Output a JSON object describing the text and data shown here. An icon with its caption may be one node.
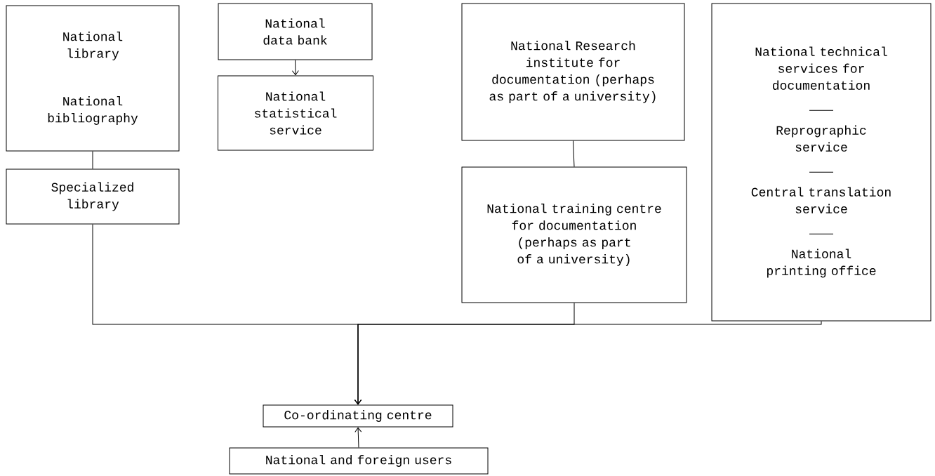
{
  "diagram": {
    "nodes": [
      {
        "text": [
          "National library",
          "National bibliography"
        ]
      },
      {
        "text": [
          "Specialized library"
        ]
      },
      {
        "text": [
          "National data bank"
        ]
      },
      {
        "text": [
          "National statistical service"
        ]
      },
      {
        "text": [
          "National Research institute for documentation (perhaps as part of a university)"
        ]
      },
      {
        "text": [
          "National training centre for documentation (perhaps as part of a university)"
        ]
      },
      {
        "text": [
          "National technical services for documentation",
          "Reprographic service",
          "Central translation service",
          "National printing office"
        ]
      },
      {
        "text": [
          "Co-ordinating centre"
        ]
      },
      {
        "text": [
          "National and foreign users"
        ]
      }
    ],
    "edges": [
      {
        "from": 0,
        "to": 1,
        "arrow": "none"
      },
      {
        "from": 2,
        "to": 3,
        "arrow": "to"
      },
      {
        "from": 4,
        "to": 5,
        "arrow": "none"
      },
      {
        "from": 1,
        "to": 7,
        "arrow": "to"
      },
      {
        "from": 5,
        "to": 7,
        "arrow": "to"
      },
      {
        "from": 6,
        "to": 7,
        "arrow": "to"
      },
      {
        "from": 8,
        "to": 7,
        "arrow": "to"
      }
    ]
  }
}
